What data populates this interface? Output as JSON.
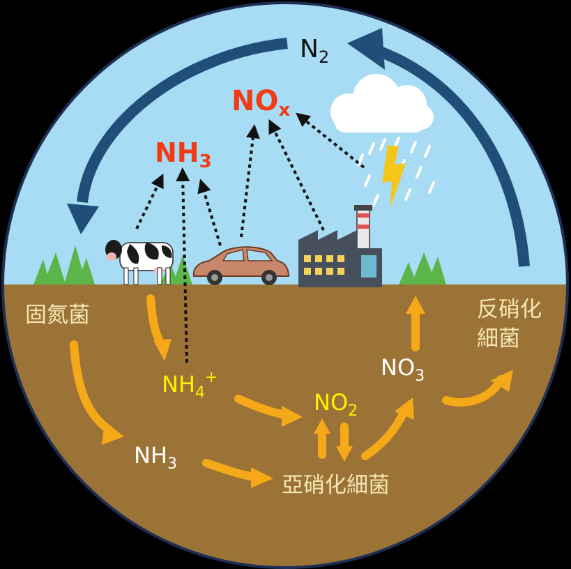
{
  "colors": {
    "sky": "#A8DCF4",
    "soil": "#9C7336",
    "cycle_arrow": "#1F4E79",
    "soil_arrow": "#F5A818",
    "emission_label": "#F03C14",
    "soil_label_light": "#F5E6B4",
    "soil_label_yellow": "#FFF200",
    "soil_label_white": "#FFFFFF",
    "grass": "#5BB548"
  },
  "atmosphere": {
    "n2": {
      "main": "N",
      "sub": "2"
    },
    "nox": {
      "main": "NO",
      "sub": "x"
    },
    "nh3": {
      "main": "NH",
      "sub": "3"
    }
  },
  "soil": {
    "nitrogen_fixing_bacteria": "固氮菌",
    "nh4": {
      "main": "NH",
      "sub": "4",
      "sup": "+"
    },
    "nh3": {
      "main": "NH",
      "sub": "3"
    },
    "no2": {
      "main": "NO",
      "sub": "2"
    },
    "no3": {
      "main": "NO",
      "sub": "3"
    },
    "nitrite_bacteria": "亞硝化細菌",
    "denitrifying_bacteria_line1": "反硝化",
    "denitrifying_bacteria_line2": "細菌"
  },
  "icons": [
    "cow-icon",
    "car-icon",
    "factory-icon",
    "cloud-icon",
    "lightning-icon",
    "grass-icon"
  ]
}
